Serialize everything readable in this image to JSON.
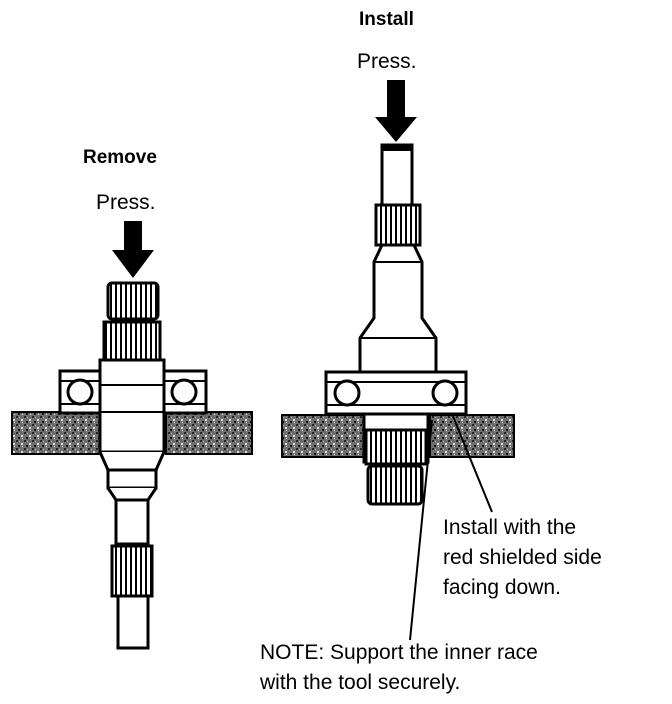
{
  "remove": {
    "heading": "Remove",
    "action": "Press."
  },
  "install": {
    "heading": "Install",
    "action": "Press."
  },
  "callout": {
    "lines": [
      "Install with the",
      "red shielded side",
      "facing down."
    ]
  },
  "note": {
    "lines": [
      "NOTE: Support the inner race",
      "with the tool securely."
    ]
  },
  "colors": {
    "ink": "#000000",
    "paper": "#ffffff",
    "support_block": "#5a5a5a"
  }
}
